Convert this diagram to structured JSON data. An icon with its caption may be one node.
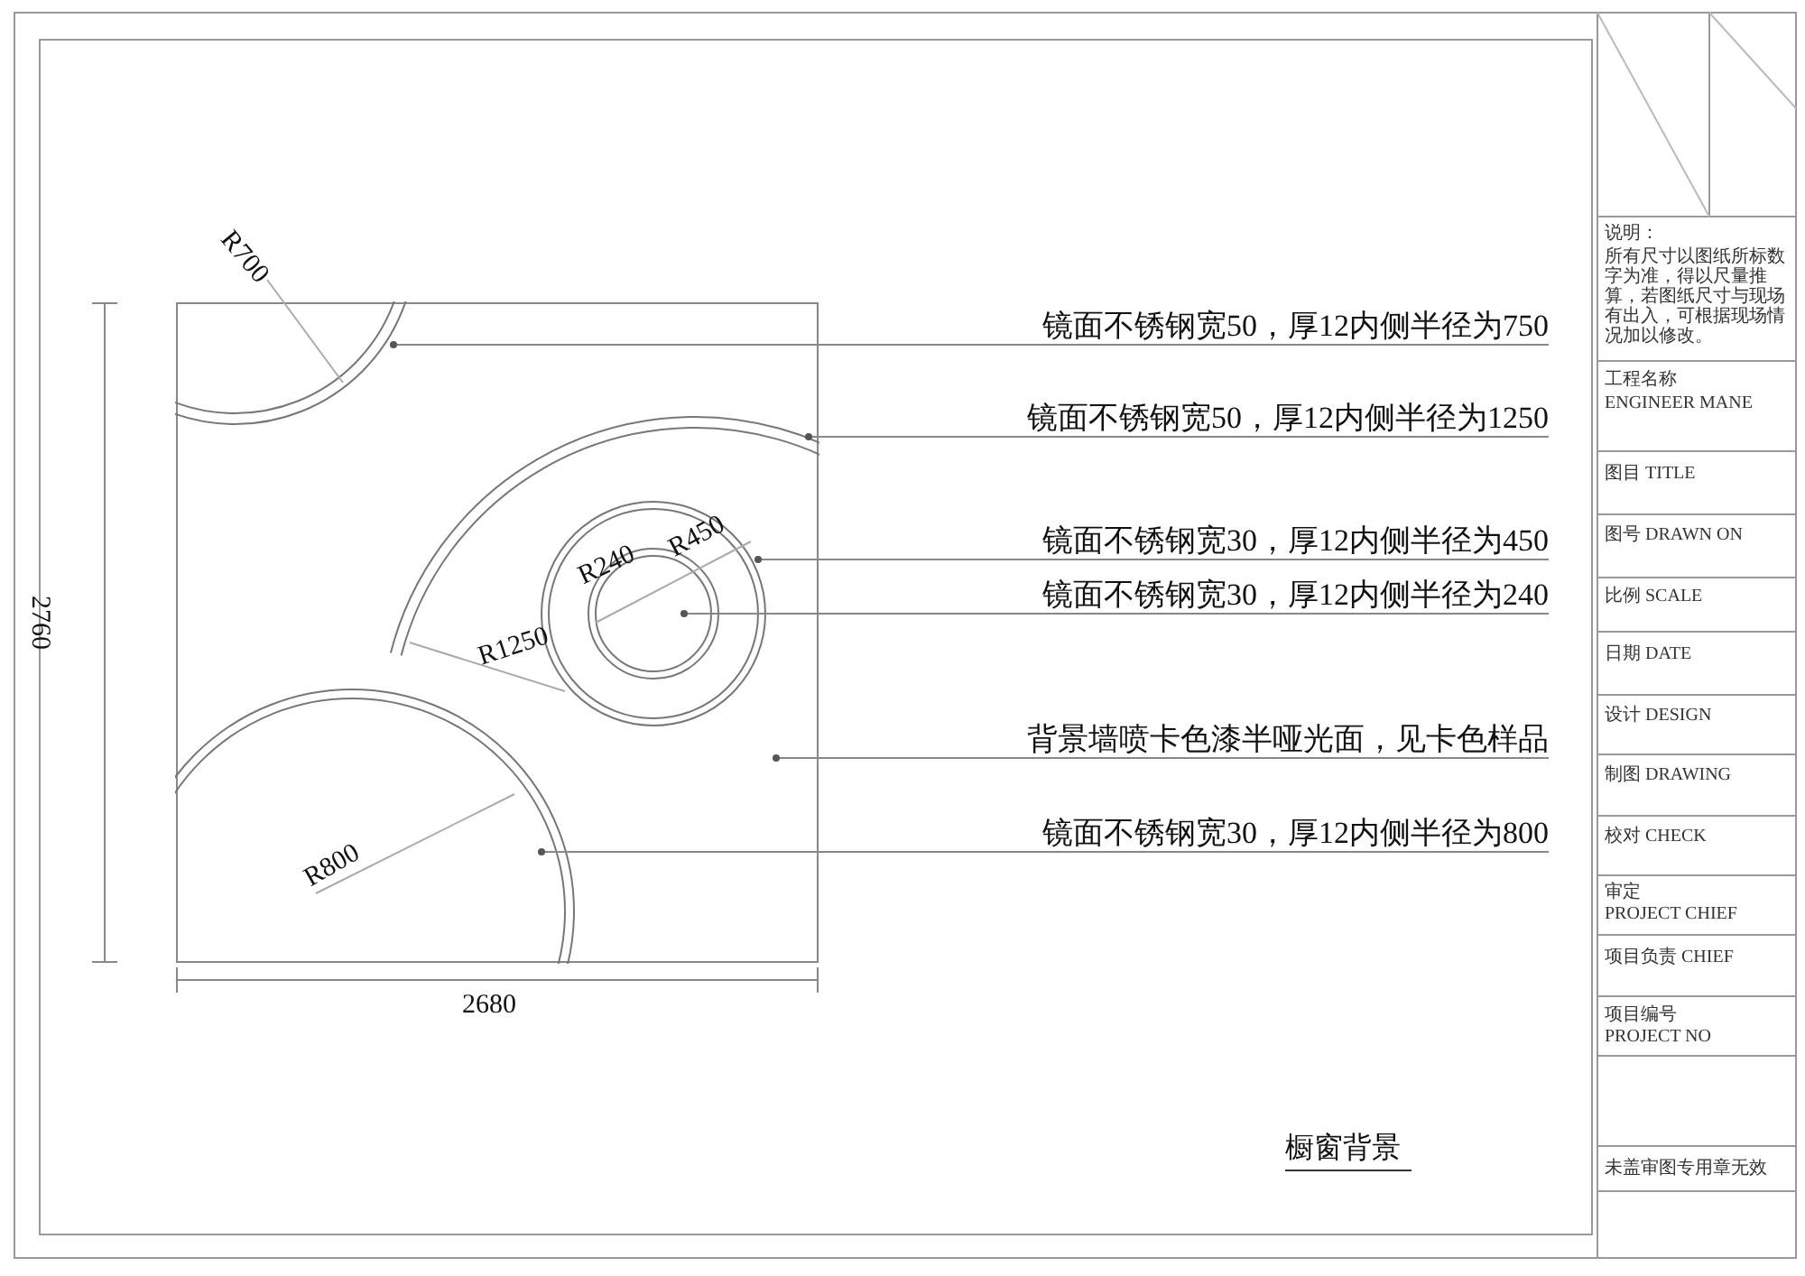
{
  "diagram": {
    "title": "橱窗背景",
    "nodes": [
      {
        "text": [
          "镜面不锈钢宽50，厚12内侧半径为750"
        ]
      },
      {
        "text": [
          "镜面不锈钢宽50，厚12内侧半径为1250"
        ]
      },
      {
        "text": [
          "镜面不锈钢宽30，厚12内侧半径为450"
        ]
      },
      {
        "text": [
          "镜面不锈钢宽30，厚12内侧半径为240"
        ]
      },
      {
        "text": [
          "背景墙喷卡色漆半哑光面，见卡色样品"
        ]
      },
      {
        "text": [
          "镜面不锈钢宽30，厚12内侧半径为800"
        ]
      },
      {
        "text": [],
        "shape": "box"
      },
      {
        "text": [],
        "shape": "circle"
      },
      {
        "text": [],
        "shape": "arc"
      },
      {
        "text": [],
        "shape": "circle",
        "in": 6
      },
      {
        "text": [],
        "shape": "circle",
        "in": 9
      },
      {
        "text": [],
        "shape": "circle"
      }
    ],
    "edges": [
      {
        "from": 0,
        "to": 7,
        "arrow": "other"
      },
      {
        "from": 1,
        "to": 8,
        "arrow": "other"
      },
      {
        "from": 2,
        "to": 9,
        "arrow": "other"
      },
      {
        "from": 3,
        "to": 10,
        "arrow": "other"
      },
      {
        "from": 4,
        "to": 6,
        "arrow": "other"
      },
      {
        "from": 5,
        "to": 11,
        "arrow": "other"
      }
    ],
    "labels": [
      "R700",
      "R240",
      "R450",
      "R1250",
      "R800",
      "2760",
      "2680",
      "说明：",
      "所有尺寸以图纸所标数字为准，得以尺量推算，若图纸尺寸与现场有出入，可根据现场情况加以修改。",
      "工程名称",
      "ENGINEER MANE",
      "图目 TITLE",
      "图号 DRAWN ON",
      "比例 SCALE",
      "日期 DATE",
      "设计 DESIGN",
      "制图 DRAWING",
      "校对 CHECK",
      "审定",
      "PROJECT CHIEF",
      "项目负责 CHIEF",
      "项目编号",
      "PROJECT NO",
      "未盖审图专用章无效"
    ]
  }
}
